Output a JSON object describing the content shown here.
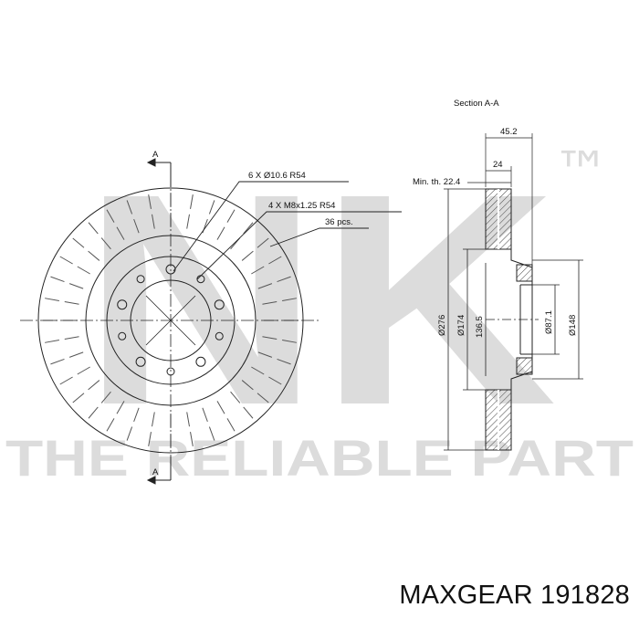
{
  "watermark": {
    "logo_text": "NK",
    "trademark": "™",
    "slogan": "THE RELIABLE PART",
    "color": "#dcdcdc"
  },
  "front_view": {
    "section_marker_top": "A",
    "section_marker_bottom": "A",
    "callouts": {
      "bolt_holes": "6 X Ø10.6 R54",
      "threaded_holes": "4 X M8x1.25 R54",
      "vents": "36 pcs."
    }
  },
  "section_view": {
    "title": "Section A-A",
    "dimensions": {
      "total_thickness": "45.2",
      "disc_thickness": "24",
      "min_thickness": "Min. th. 22.4",
      "outer_diameter": "Ø276",
      "friction_inner_diameter": "Ø174",
      "hat_height": "136.5",
      "center_bore": "Ø87.1",
      "hub_diameter": "Ø148"
    }
  },
  "footer": {
    "brand": "MAXGEAR",
    "part_number": "191828"
  },
  "colors": {
    "line": "#222222",
    "hatch": "#444444"
  }
}
